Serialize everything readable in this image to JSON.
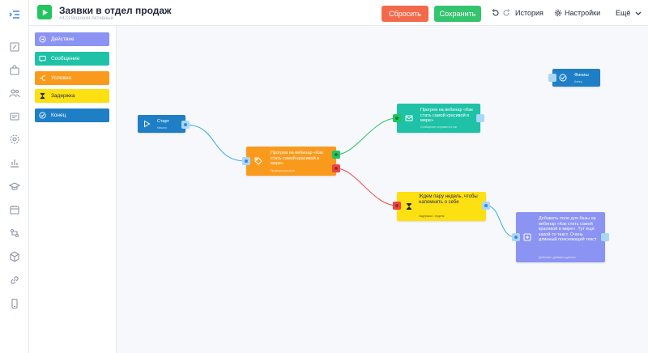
{
  "header": {
    "title": "Заявки в отдел продаж",
    "subtitle": "#423 Воронки Активный",
    "reset_label": "Сбросить",
    "save_label": "Сохранить",
    "history_label": "История",
    "settings_label": "Настройки",
    "more_label": "Ещё"
  },
  "palette": {
    "items": [
      {
        "label": "Действие",
        "color": "#8b93f3"
      },
      {
        "label": "Сообщение",
        "color": "#1fc2a7"
      },
      {
        "label": "Условие",
        "color": "#fa9a1d"
      },
      {
        "label": "Задержка",
        "color": "#fde012"
      },
      {
        "label": "Конец",
        "color": "#1f7fc6"
      }
    ]
  },
  "nodes": {
    "start": {
      "title": "Старт",
      "sub": "Начало",
      "color": "#1f7fc6"
    },
    "condition": {
      "title": "Прогрев на вебинар «Как стать самой красивой в мире»",
      "sub": "Проверка условия",
      "color": "#fa9a1d"
    },
    "message": {
      "title": "Прогрев на вебинар «Как стать самой красивой в мире»",
      "sub": "Сообщение отправить в чат",
      "color": "#1fc2a7"
    },
    "delay": {
      "title": "Ждем пару недель, чтобы напомнить о себе",
      "sub": "Задержка 1 неделя",
      "color": "#fde012"
    },
    "action": {
      "title": "Добавить поле для базы на вебинар «Как стать самой красивой в мире». Тут ещё какой-то текст. Очень длинный поясняющий текст",
      "sub": "Действие: добавить данные",
      "color": "#8b93f3"
    },
    "finish": {
      "title": "Финиш",
      "sub": "Конец",
      "color": "#1f7fc6"
    }
  },
  "colors": {
    "accent": "#3b82f6",
    "yes": "#22c55e",
    "no": "#ef4444"
  }
}
